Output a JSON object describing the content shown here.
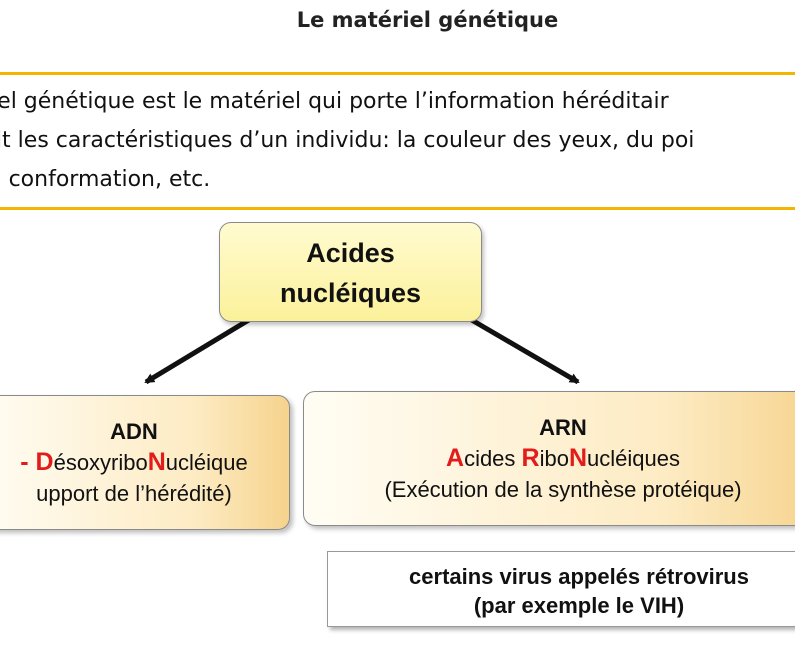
{
  "title": "Le matériel génétique",
  "intro": {
    "line1": "riel génétique est le matériel qui porte l’information héréditair",
    "line2": "nit les caractéristiques d’un individu: la couleur des yeux, du poi",
    "line3": "la conformation, etc."
  },
  "root": {
    "line1": "Acides",
    "line2": "nucléiques"
  },
  "adn": {
    "heading": "ADN",
    "prefix": "- ",
    "name_parts": [
      "D",
      "ésoxyribo",
      "N",
      "ucléique"
    ],
    "role": "upport de l’hérédité)"
  },
  "arn": {
    "heading": "ARN",
    "name_parts": [
      "A",
      "cides ",
      "R",
      "ibo",
      "N",
      "ucléiques"
    ],
    "role": "(Exécution de la synthèse protéique)"
  },
  "virus": {
    "line1": "certains virus appelés rétrovirus",
    "line2": "(par exemple le VIH)"
  },
  "colors": {
    "rule": "#f5b400",
    "acronym": "#e21b1b",
    "root_fill": "#fbf19a",
    "child_fill": "#fdebc3"
  }
}
